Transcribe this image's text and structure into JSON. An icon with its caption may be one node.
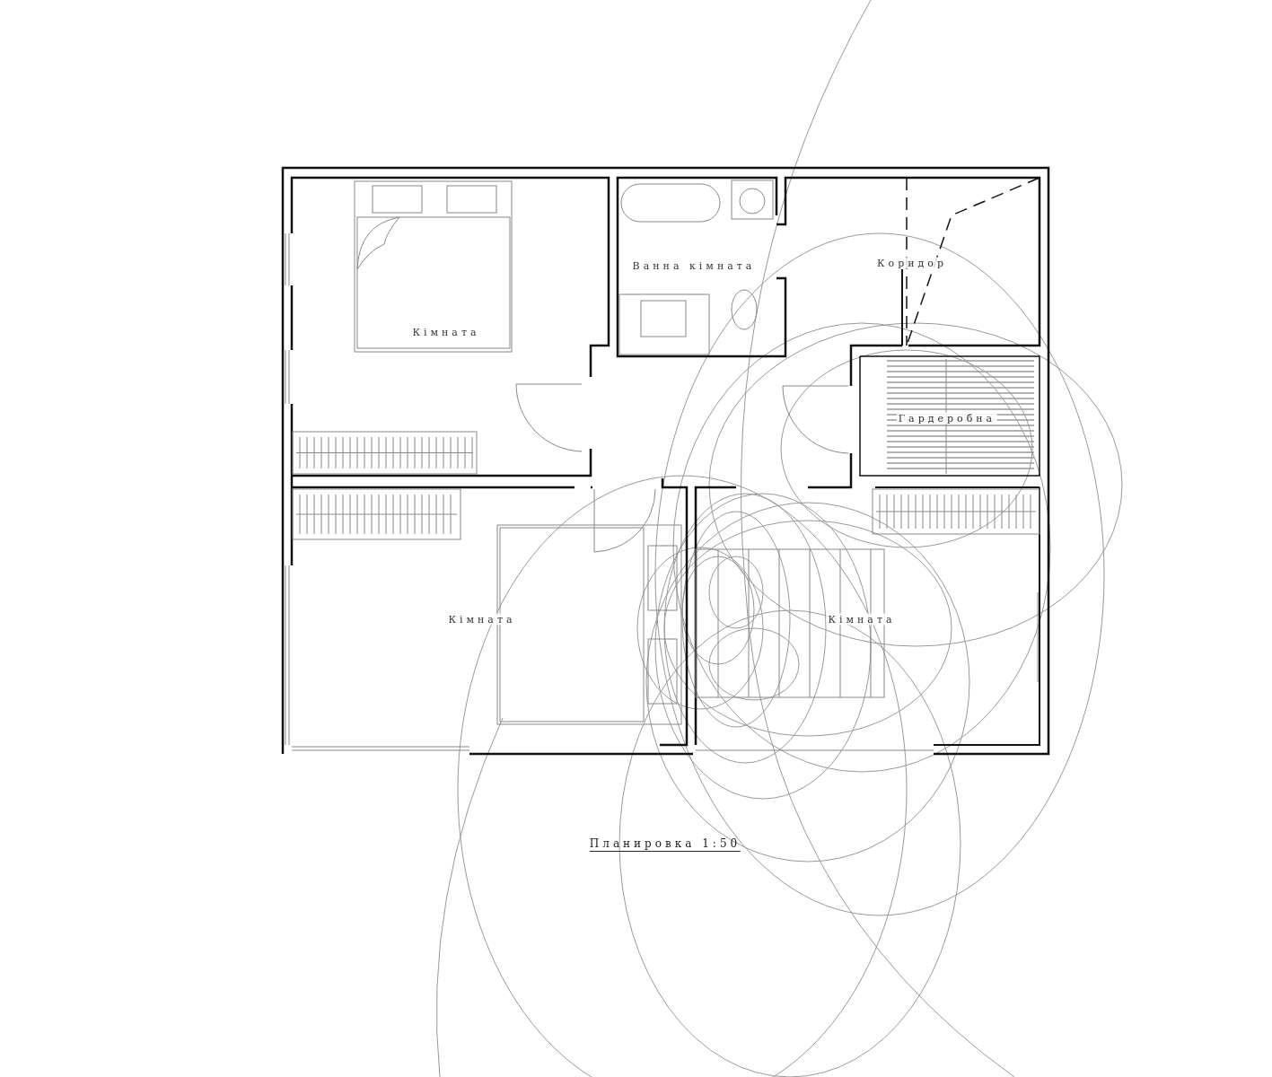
{
  "diagram": {
    "title": "Планировка 1:50",
    "nodes": [
      {
        "text": [
          "Кімната"
        ]
      },
      {
        "text": [
          "Ванна кімната"
        ]
      },
      {
        "text": [
          "Коридор"
        ]
      },
      {
        "text": [
          "Гардеробна"
        ]
      },
      {
        "text": [
          "Кімната"
        ]
      },
      {
        "text": [
          "Кімната"
        ]
      }
    ]
  }
}
